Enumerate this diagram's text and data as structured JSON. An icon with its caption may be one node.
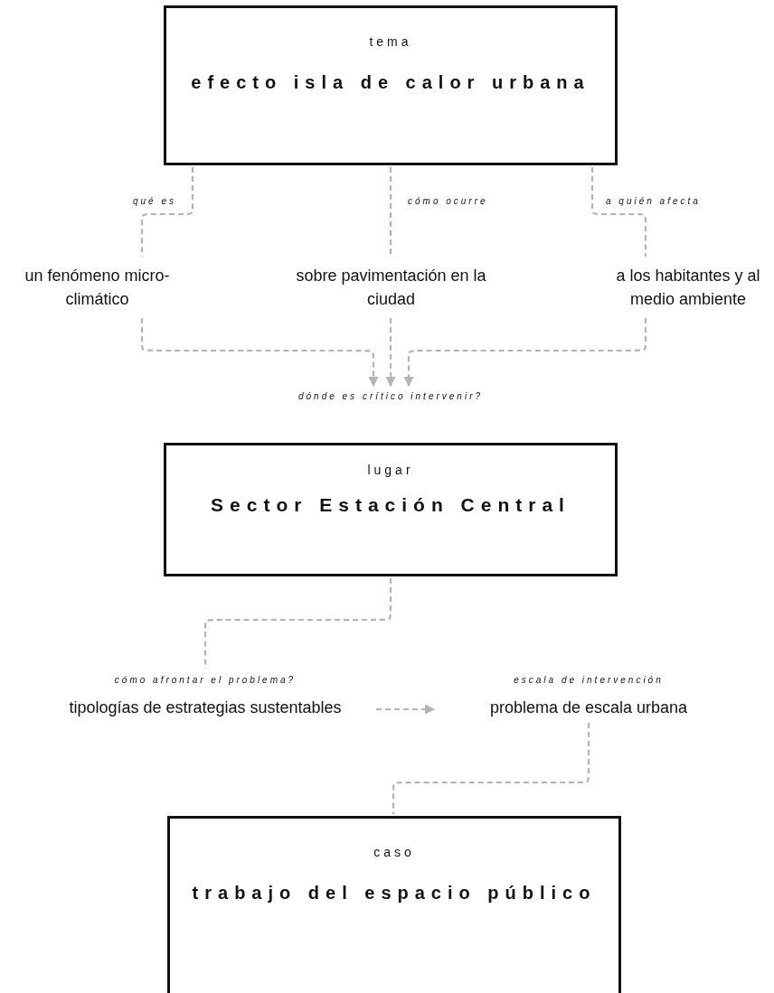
{
  "diagram": {
    "nodes": [
      {
        "text": [
          "tema",
          "efecto isla de calor urbana"
        ]
      },
      {
        "text": [
          "un fenómeno micro-climático"
        ]
      },
      {
        "text": [
          "sobre pavimentación en la ciudad"
        ]
      },
      {
        "text": [
          "a los habitantes y al medio ambiente"
        ]
      },
      {
        "text": [
          "dónde es crítico intervenir?"
        ]
      },
      {
        "text": [
          "lugar",
          "Sector Estación Central"
        ]
      },
      {
        "text": [
          "cómo afrontar el problema?",
          "tipologías de estrategias sustentables"
        ]
      },
      {
        "text": [
          "escala de intervención",
          "problema de escala urbana"
        ]
      },
      {
        "text": [
          "caso",
          "trabajo del espacio público"
        ]
      }
    ],
    "edges": [
      {
        "from": 0,
        "to": 1,
        "arrow": "none",
        "label": "qué es",
        "style": "dashed"
      },
      {
        "from": 0,
        "to": 2,
        "arrow": "none",
        "label": "cómo ocurre",
        "style": "dashed"
      },
      {
        "from": 0,
        "to": 3,
        "arrow": "none",
        "label": "a quién afecta",
        "style": "dashed"
      },
      {
        "from": 1,
        "to": 4,
        "arrow": "to",
        "style": "dashed"
      },
      {
        "from": 2,
        "to": 4,
        "arrow": "to",
        "style": "dashed"
      },
      {
        "from": 3,
        "to": 4,
        "arrow": "to",
        "style": "dashed"
      },
      {
        "from": 5,
        "to": 6,
        "arrow": "none",
        "style": "dashed"
      },
      {
        "from": 6,
        "to": 7,
        "arrow": "to",
        "style": "dashed"
      },
      {
        "from": 7,
        "to": 8,
        "arrow": "none",
        "style": "dashed"
      }
    ]
  }
}
